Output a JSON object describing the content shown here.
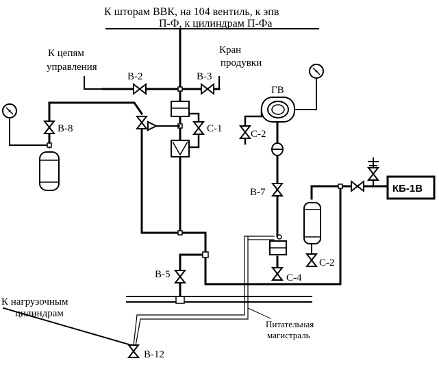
{
  "labels": {
    "top_line1": "К шторам ВВК, на 104 вентиль, к эпв",
    "top_line2": "П-Ф, к цилиндрам П-Фа",
    "control_line1": "К цепям",
    "control_line2": "управления",
    "blowoff_line1": "Кран",
    "blowoff_line2": "продувки",
    "gv": "ГВ",
    "load_line1": "К нагрузочным",
    "load_line2": "цилиндрам",
    "feed_line1": "Питательная",
    "feed_line2": "магистраль",
    "kb": "КБ-1В"
  },
  "valves": {
    "v2": "В-2",
    "v3": "В-3",
    "v8": "В-8",
    "c1": "С-1",
    "c2_left": "С-2",
    "v7": "В-7",
    "c2_right": "С-2",
    "c4": "С-4",
    "v5": "В-5",
    "v12": "В-12"
  }
}
